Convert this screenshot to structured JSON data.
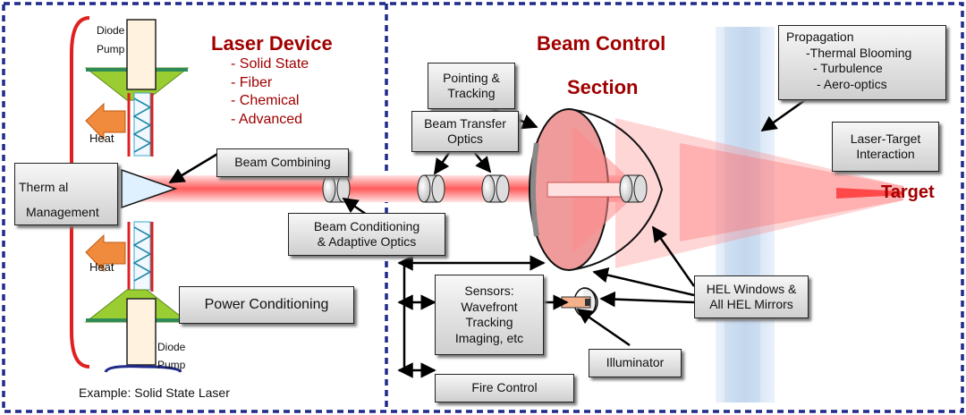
{
  "laser_device": {
    "title": "Laser Device",
    "types": [
      "- Solid State",
      "- Fiber",
      "- Chemical",
      "- Advanced"
    ]
  },
  "beam_control": {
    "title_line1": "Beam Control",
    "title_line2": "Section"
  },
  "labels": {
    "diode_pump_top_1": "Diode",
    "diode_pump_top_2": "Pump",
    "diode_pump_bottom_1": "Diode",
    "diode_pump_bottom_2": "Pump",
    "heat_top": "Heat",
    "heat_bottom": "Heat",
    "thermal_1": "Therm",
    "thermal_2": "al",
    "thermal_3": "Management",
    "example": "Example:  Solid State Laser",
    "target": "Target"
  },
  "boxes": {
    "beam_combining": "Beam Combining",
    "beam_conditioning_1": "Beam Conditioning",
    "beam_conditioning_2": "& Adaptive Optics",
    "power_conditioning": "Power Conditioning",
    "pointing_1": "Pointing &",
    "pointing_2": "Tracking",
    "transfer_1": "Beam Transfer",
    "transfer_2": "Optics",
    "sensors_1": "Sensors:",
    "sensors_2": "Wavefront",
    "sensors_3": "Tracking",
    "sensors_4": "Imaging, etc",
    "fire_control": "Fire Control",
    "illuminator": "Illuminator",
    "hel_1": "HEL Windows &",
    "hel_2": "All HEL Mirrors",
    "propagation_title": "Propagation",
    "propagation_1": "-Thermal Blooming",
    "propagation_2": "- Turbulence",
    "propagation_3": "- Aero-optics",
    "laser_target_1": "Laser-Target",
    "laser_target_2": "Interaction"
  },
  "colors": {
    "frame": "#1f2a8a",
    "title_red": "#a00000",
    "beam": "#ff6f6f",
    "heat": "#f08a3c",
    "pump": "#9acd32"
  }
}
